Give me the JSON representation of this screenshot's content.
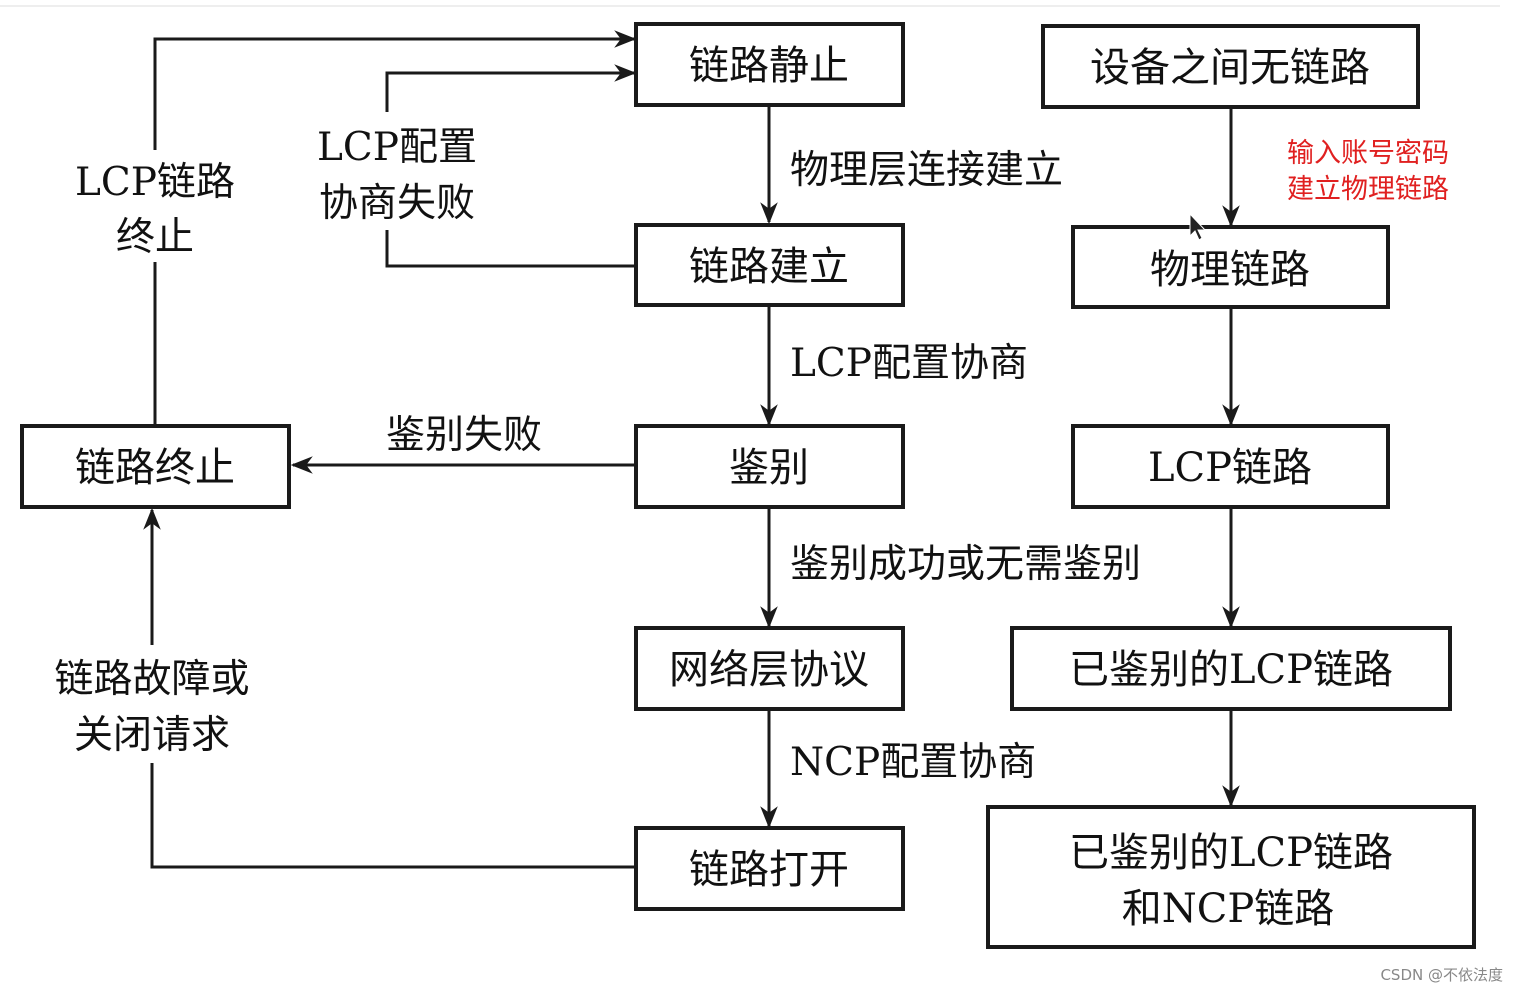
{
  "left_flow": {
    "link_dead": "链路静止",
    "link_establish": "链路建立",
    "authenticate": "鉴别",
    "network_protocol": "网络层协议",
    "link_open": "链路打开",
    "link_terminate": "链路终止"
  },
  "edge_labels": {
    "physical_up": "物理层连接建立",
    "lcp_negotiate": "LCP配置协商",
    "auth_fail": "鉴别失败",
    "auth_ok": "鉴别成功或无需鉴别",
    "ncp_negotiate": "NCP配置协商",
    "lcp_terminate_1": "LCP链路",
    "lcp_terminate_2": "终止",
    "lcp_fail_1": "LCP配置",
    "lcp_fail_2": "协商失败",
    "fault_close_1": "链路故障或",
    "fault_close_2": "关闭请求"
  },
  "right_flow": {
    "no_link": "设备之间无链路",
    "physical_link": "物理链路",
    "lcp_link": "LCP链路",
    "auth_lcp_link": "已鉴别的LCP链路",
    "auth_lcp_ncp_1": "已鉴别的LCP链路",
    "auth_lcp_ncp_2": "和NCP链路"
  },
  "annotation": {
    "line1": "输入账号密码",
    "line2": "建立物理链路",
    "color": "#e02020"
  },
  "watermark": "CSDN @不依法度"
}
